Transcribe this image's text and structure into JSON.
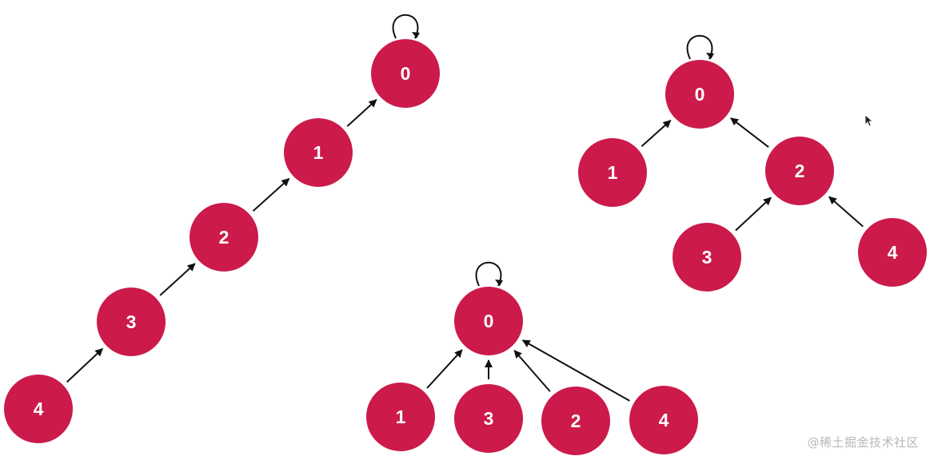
{
  "diagrams": [
    {
      "name": "chain-tree",
      "nodes": [
        {
          "id": "c0",
          "label": "0",
          "root": true
        },
        {
          "id": "c1",
          "label": "1"
        },
        {
          "id": "c2",
          "label": "2"
        },
        {
          "id": "c3",
          "label": "3"
        },
        {
          "id": "c4",
          "label": "4"
        }
      ],
      "edges": [
        {
          "from": "c4",
          "to": "c3"
        },
        {
          "from": "c3",
          "to": "c2"
        },
        {
          "from": "c2",
          "to": "c1"
        },
        {
          "from": "c1",
          "to": "c0"
        }
      ]
    },
    {
      "name": "branched-tree",
      "nodes": [
        {
          "id": "b0",
          "label": "0",
          "root": true
        },
        {
          "id": "b1",
          "label": "1"
        },
        {
          "id": "b2",
          "label": "2"
        },
        {
          "id": "b3",
          "label": "3"
        },
        {
          "id": "b4",
          "label": "4"
        }
      ],
      "edges": [
        {
          "from": "b1",
          "to": "b0"
        },
        {
          "from": "b2",
          "to": "b0"
        },
        {
          "from": "b3",
          "to": "b2"
        },
        {
          "from": "b4",
          "to": "b2"
        }
      ]
    },
    {
      "name": "flat-tree",
      "nodes": [
        {
          "id": "f0",
          "label": "0",
          "root": true
        },
        {
          "id": "f1",
          "label": "1"
        },
        {
          "id": "f3",
          "label": "3"
        },
        {
          "id": "f2",
          "label": "2"
        },
        {
          "id": "f4",
          "label": "4"
        }
      ],
      "edges": [
        {
          "from": "f1",
          "to": "f0"
        },
        {
          "from": "f3",
          "to": "f0"
        },
        {
          "from": "f2",
          "to": "f0"
        },
        {
          "from": "f4",
          "to": "f0"
        }
      ]
    }
  ],
  "colors": {
    "node_fill": "#cc1a4a",
    "node_text": "#ffffff",
    "edge": "#111111",
    "watermark": "#b8b8b8"
  },
  "watermark": "@稀土掘金技术社区",
  "icons": {
    "cursor": "mouse-pointer-icon"
  }
}
